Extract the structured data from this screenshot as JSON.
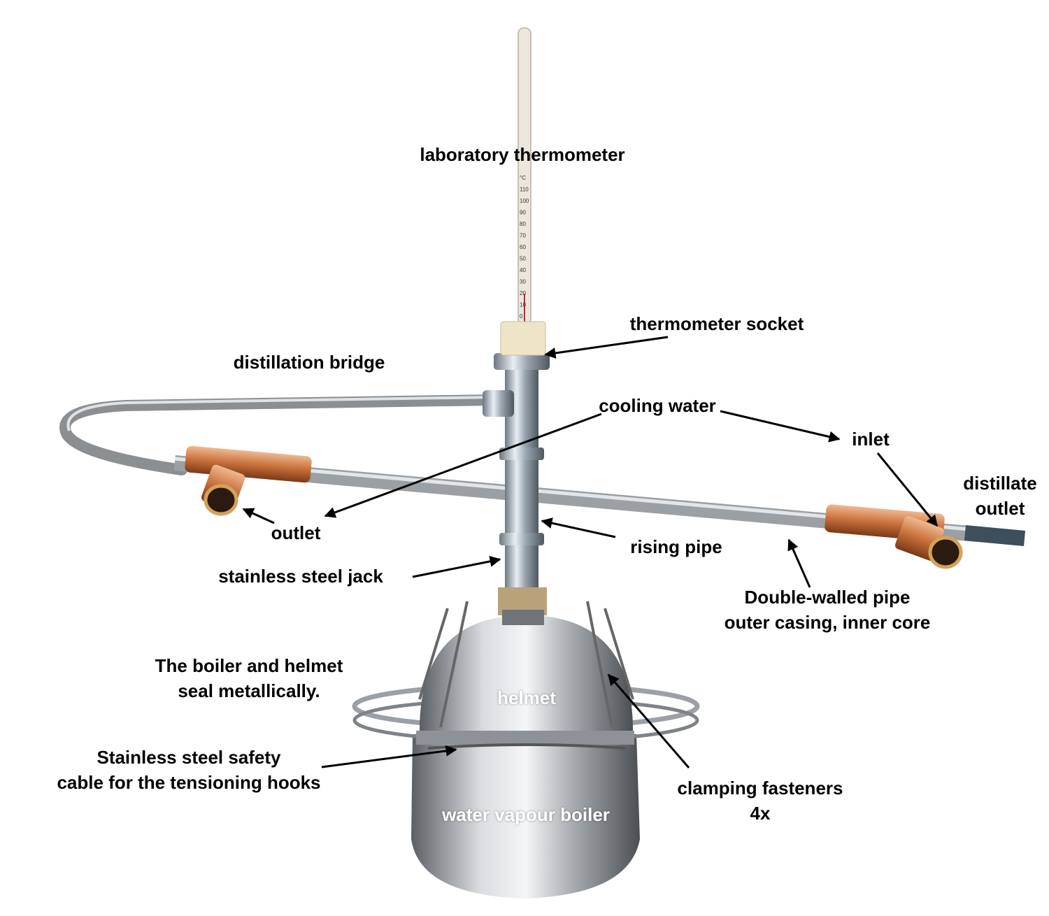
{
  "labels": {
    "thermometer": "laboratory thermometer",
    "socket": "thermometer socket",
    "bridge": "distillation bridge",
    "cooling_water": "cooling water",
    "inlet": "inlet",
    "distillate_outlet": [
      "distillate",
      "outlet"
    ],
    "outlet": "outlet",
    "rising_pipe": "rising pipe",
    "jack": "stainless steel jack",
    "double_walled": [
      "Double-walled pipe",
      "outer casing, inner core"
    ],
    "seal": [
      "The boiler and helmet",
      "seal metallically."
    ],
    "helmet": "helmet",
    "cable": [
      "Stainless steel safety",
      "cable for the tensioning hooks"
    ],
    "fasteners": [
      "clamping fasteners",
      "4x"
    ],
    "boiler": "water vapour boiler"
  },
  "thermometer_scale": [
    "0",
    "10",
    "20",
    "30",
    "40",
    "50",
    "60",
    "70",
    "80",
    "90",
    "100",
    "110"
  ],
  "thermometer_unit": "°C"
}
